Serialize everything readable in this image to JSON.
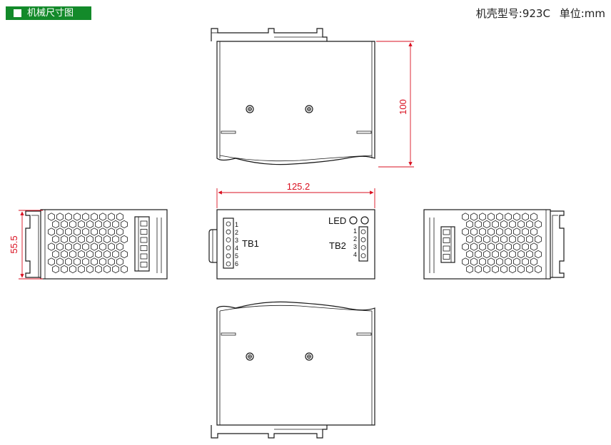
{
  "header": {
    "section_title": "机械尺寸图",
    "case_model_label": "机壳型号:",
    "case_model_value": "923C",
    "unit_label": "单位:",
    "unit_value": "mm"
  },
  "dimensions": {
    "height": "100",
    "length": "125.2",
    "width": "55.5"
  },
  "terminals": {
    "tb1": {
      "label": "TB1",
      "pins": [
        "1",
        "2",
        "3",
        "4",
        "5",
        "6"
      ]
    },
    "tb2": {
      "label": "TB2",
      "pins": [
        "1",
        "2",
        "3",
        "4"
      ]
    },
    "led_label": "LED"
  },
  "colors": {
    "title_bg": "#138a2a",
    "dimension_line": "#d91020",
    "outline": "#1a1a1a"
  }
}
